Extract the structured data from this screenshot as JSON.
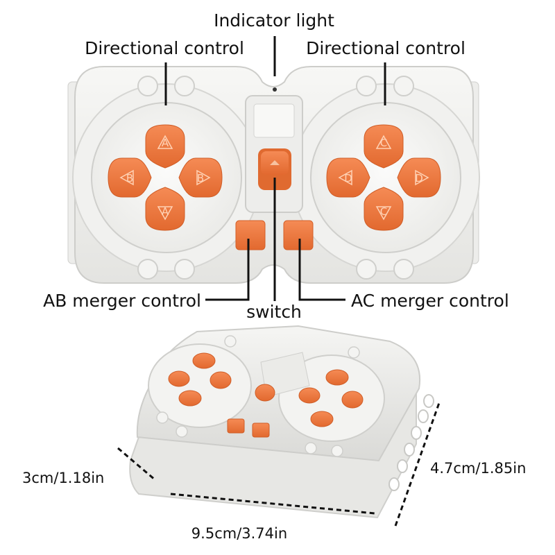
{
  "labels": {
    "indicator_light": "Indicator light",
    "directional_left": "Directional control",
    "directional_right": "Directional control",
    "ab_merger": "AB merger control",
    "switch": "switch",
    "ac_merger": "AC merger control"
  },
  "button_letters": {
    "left_top": "A",
    "left_bottom": "A",
    "left_left": "B",
    "left_right": "B",
    "right_top": "C",
    "right_bottom": "C",
    "right_left": "D",
    "right_right": "D"
  },
  "dimensions": {
    "height": "3cm/1.18in",
    "length": "9.5cm/3.74in",
    "width": "4.7cm/1.85in"
  },
  "colors": {
    "button_orange": "#f07c44",
    "button_shade": "#d9612a",
    "body_white": "#f3f3f1",
    "body_shade": "#dcdcda",
    "outline": "#c9c9c6",
    "label_text": "#111111"
  }
}
